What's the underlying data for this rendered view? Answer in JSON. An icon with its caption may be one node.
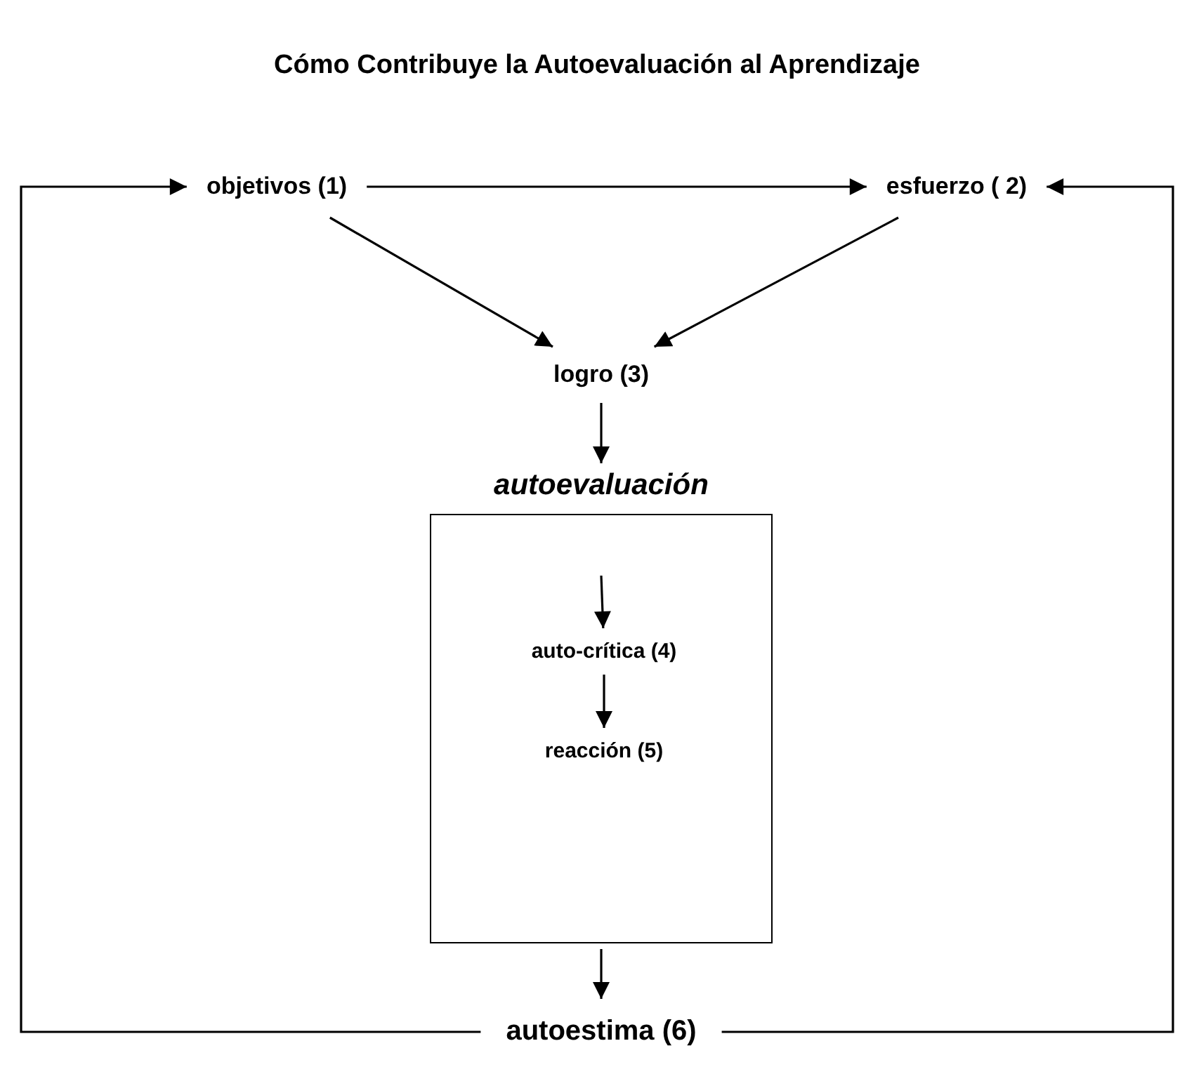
{
  "diagram": {
    "title": "Cómo Contribuye la Autoevaluación al Aprendizaje",
    "nodes": [
      {
        "text": [
          "objetivos (1)"
        ]
      },
      {
        "text": [
          "esfuerzo ( 2)"
        ]
      },
      {
        "text": [
          "logro (3)"
        ]
      },
      {
        "text": [
          "autoevaluación"
        ]
      },
      {
        "text": [
          "auto-crítica (4)"
        ],
        "in": 3
      },
      {
        "text": [
          "reacción (5)"
        ],
        "in": 3
      },
      {
        "text": [
          "autoestima  (6)"
        ]
      }
    ],
    "edges": [
      {
        "from": 0,
        "to": 1,
        "arrow": "to"
      },
      {
        "from": 0,
        "to": 2,
        "arrow": "to"
      },
      {
        "from": 1,
        "to": 2,
        "arrow": "to"
      },
      {
        "from": 2,
        "to": 3,
        "arrow": "to"
      },
      {
        "from": null,
        "to": 4,
        "arrow": "to"
      },
      {
        "from": 4,
        "to": 5,
        "arrow": "to"
      },
      {
        "from": 3,
        "to": 6,
        "arrow": "to"
      },
      {
        "from": 6,
        "to": 0,
        "arrow": "to"
      },
      {
        "from": 6,
        "to": 1,
        "arrow": "to"
      }
    ]
  }
}
